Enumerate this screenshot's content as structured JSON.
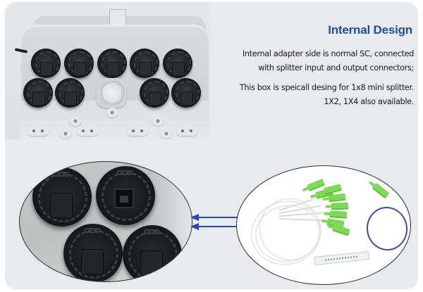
{
  "header": {
    "title": "Internal Design"
  },
  "description": {
    "paragraphs": [
      {
        "lines": [
          "Internal adapter side is  normal SC, connected",
          "with splitter input and output connectors;"
        ]
      },
      {
        "lines": [
          "This box is speicall desing for 1x8 mini splitter.",
          "1X2, 1X4 also available."
        ]
      }
    ]
  },
  "images": {
    "enclosure": "fiber-distribution-box-interior-photo",
    "ports_closeup": "waterproof-adapter-ports-closeup",
    "splitter": "1x8-mini-plc-splitter-sc-green-connectors"
  },
  "colors": {
    "title": "#1f4f9c",
    "arrow": "#2546b3",
    "panel_bg": "#e9eaee",
    "connector_green": "#7ed957",
    "fiber_blue": "#3d47b8"
  }
}
